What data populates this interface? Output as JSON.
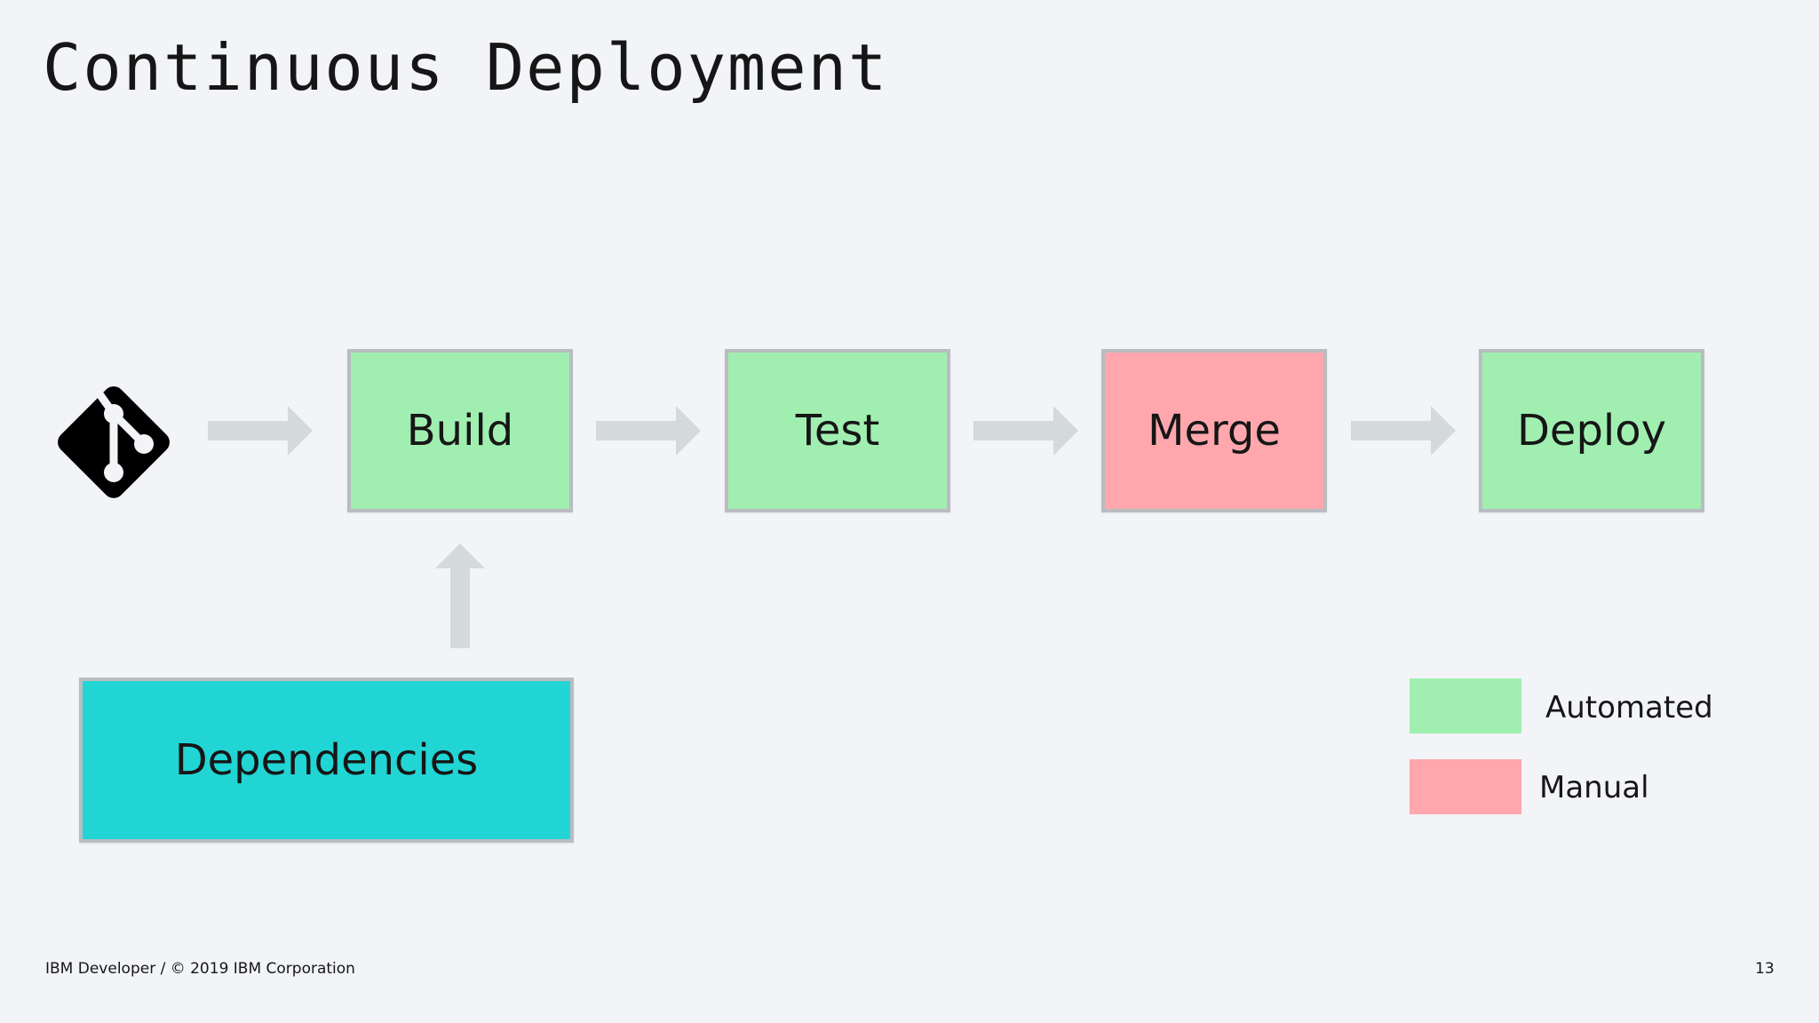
{
  "slide": {
    "title": "Continuous Deployment"
  },
  "pipeline": {
    "source_icon": "git-icon",
    "stages": [
      {
        "label": "Build",
        "type": "automated"
      },
      {
        "label": "Test",
        "type": "automated"
      },
      {
        "label": "Merge",
        "type": "manual"
      },
      {
        "label": "Deploy",
        "type": "automated"
      }
    ],
    "dependencies": {
      "label": "Dependencies"
    }
  },
  "legend": {
    "automated": {
      "label": "Automated",
      "color": "#a0efb1"
    },
    "manual": {
      "label": "Manual",
      "color": "#ffa7ac"
    }
  },
  "colors": {
    "dependencies": "#22d5d5",
    "arrow": "#d4d9dc",
    "background": "#f2f4f8"
  },
  "footer": {
    "copyright": "IBM Developer / © 2019 IBM Corporation",
    "page_number": "13"
  }
}
